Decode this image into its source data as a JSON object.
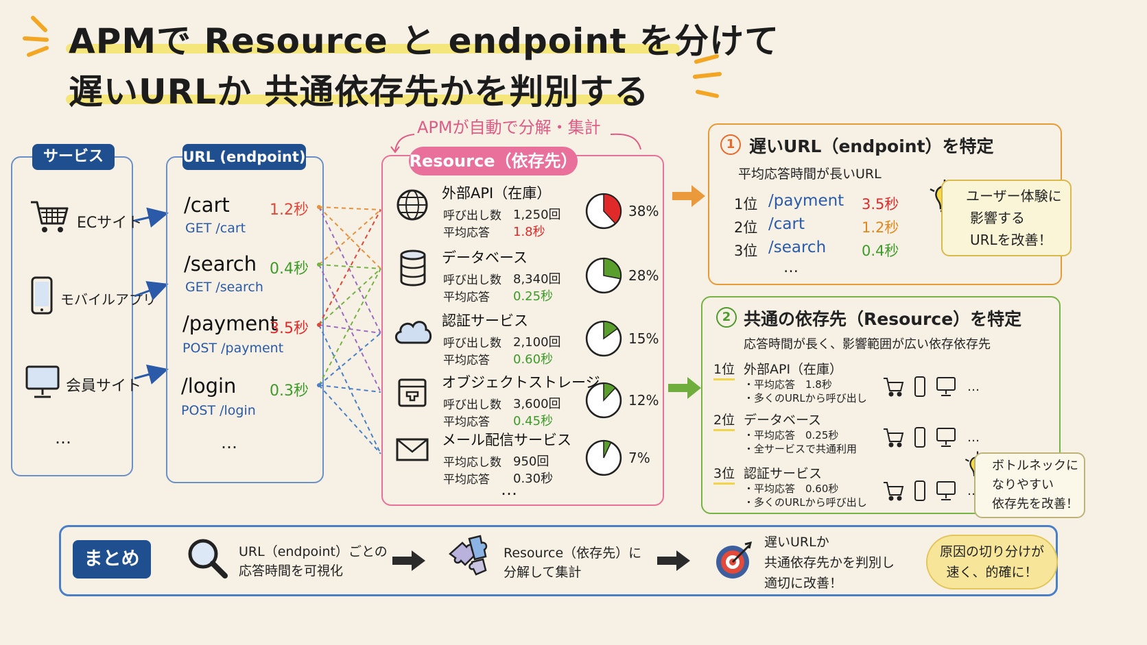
{
  "title": {
    "line1": "APMで Resource と endpoint を分けて",
    "line2": "遅いURLか 共通依存先かを判別する"
  },
  "colors": {
    "navy": "#1f4f8f",
    "blue_box": "#6b8fc7",
    "pink": "#e9709a",
    "orange": "#e89a36",
    "green": "#76b244",
    "red": "#e02a2a"
  },
  "services": {
    "tag": "サービス",
    "items": [
      {
        "label": "ECサイト",
        "icon": "cart-icon"
      },
      {
        "label": "モバイルアプリ",
        "icon": "phone-icon"
      },
      {
        "label": "会員サイト",
        "icon": "monitor-icon"
      }
    ],
    "more": "…"
  },
  "urls": {
    "tag": "URL (endpoint)",
    "items": [
      {
        "path": "/cart",
        "time": "1.2秒",
        "method": "GET  /cart"
      },
      {
        "path": "/search",
        "time": "0.4秒",
        "method": "GET  /search"
      },
      {
        "path": "/payment",
        "time": "3.5秒",
        "method": "POST  /payment"
      },
      {
        "path": "/login",
        "time": "0.3秒",
        "method": "POST  /login"
      }
    ],
    "more": "…"
  },
  "resources": {
    "banner": "APMが自動で分解・集計",
    "tag": "Resource（依存先）",
    "items": [
      {
        "name": "外部API（在庫）",
        "calls_label": "呼び出し数",
        "calls": "1,250回",
        "avg_label": "平均応答",
        "avg": "1.8秒",
        "share": 38,
        "share_label": "38%",
        "icon": "globe-icon"
      },
      {
        "name": "データベース",
        "calls_label": "呼び出し数",
        "calls": "8,340回",
        "avg_label": "平均応答",
        "avg": "0.25秒",
        "share": 28,
        "share_label": "28%",
        "icon": "database-icon"
      },
      {
        "name": "認証サービス",
        "calls_label": "呼び出し数",
        "calls": "2,100回",
        "avg_label": "平均応答",
        "avg": "0.60秒",
        "share": 15,
        "share_label": "15%",
        "icon": "cloud-icon"
      },
      {
        "name": "オブジェクトストレージ",
        "calls_label": "呼び出し数",
        "calls": "3,600回",
        "avg_label": "平均応答",
        "avg": "0.45秒",
        "share": 12,
        "share_label": "12%",
        "icon": "storage-box-icon"
      },
      {
        "name": "メール配信サービス",
        "calls_label": "平均応し数",
        "calls": "950回",
        "avg_label": "平均応答",
        "avg": "0.30秒",
        "share": 7,
        "share_label": "7%",
        "icon": "mail-icon"
      }
    ],
    "more": "…"
  },
  "panel1": {
    "number": "1",
    "title": "遅いURL（endpoint）を特定",
    "subtitle": "平均応答時間が長いURL",
    "rows": [
      {
        "rank": "1位",
        "path": "/payment",
        "time": "3.5秒"
      },
      {
        "rank": "2位",
        "path": "/cart",
        "time": "1.2秒"
      },
      {
        "rank": "3位",
        "path": "/search",
        "time": "0.4秒"
      }
    ],
    "more": "…",
    "note": [
      "ユーザー体験に",
      "影響する",
      "URLを改善！"
    ]
  },
  "panel2": {
    "number": "2",
    "title": "共通の依存先（Resource）を特定",
    "subtitle": "応答時間が長く、影響範囲が広い依存依存先",
    "rows": [
      {
        "rank": "1位",
        "name": "外部API（在庫）",
        "line1": "・平均応答　1.8秒",
        "line2": "・多くのURLから呼び出し"
      },
      {
        "rank": "2位",
        "name": "データベース",
        "line1": "・平均応答　0.25秒",
        "line2": "・全サービスで共通利用"
      },
      {
        "rank": "3位",
        "name": "認証サービス",
        "line1": "・平均応答　0.60秒",
        "line2": "・多くのURLから呼び出し"
      }
    ],
    "more": "…",
    "note": [
      "ボトルネックに",
      "なりやすい",
      "依存先を改善！"
    ]
  },
  "summary": {
    "tag": "まとめ",
    "step1": [
      "URL（endpoint）ごとの",
      "応答時間を可視化"
    ],
    "step2": [
      "Resource（依存先）に",
      "分解して集計"
    ],
    "step3": [
      "遅いURLか",
      "共通依存先かを判別し",
      "適切に改善！"
    ],
    "note": [
      "原因の切り分けが",
      "速く、的確に！"
    ]
  }
}
